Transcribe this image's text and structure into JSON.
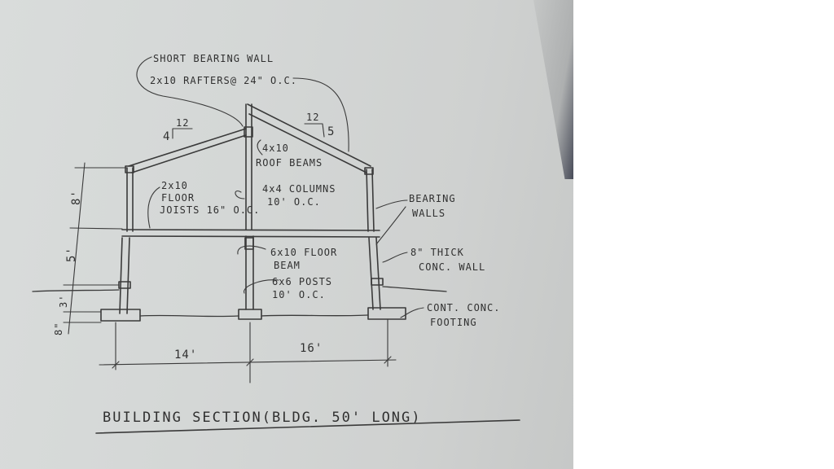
{
  "drawing": {
    "title": "BUILDING SECTION(BLDG. 50' LONG)",
    "colors": {
      "paper": "#d6d8d7",
      "ink": "#353535",
      "background": "#ffffff"
    },
    "roof_pitch_left": {
      "run": "12",
      "rise": "4"
    },
    "roof_pitch_right": {
      "run": "12",
      "rise": "5"
    },
    "callouts": {
      "short_bearing_wall_line1": "SHORT BEARING WALL",
      "short_bearing_wall_line2": "2x10 RAFTERS@ 24\" O.C.",
      "roof_beams_line1": "4x10",
      "roof_beams_line2": "ROOF BEAMS",
      "floor_joists_line1": "2x10",
      "floor_joists_line2": "FLOOR",
      "floor_joists_line3": "JOISTS 16\" O.C.",
      "columns_line1": "4x4 COLUMNS",
      "columns_line2": "10' O.C.",
      "bearing_walls_line1": "BEARING",
      "bearing_walls_line2": "WALLS",
      "floor_beam_line1": "6x10 FLOOR",
      "floor_beam_line2": "BEAM",
      "conc_wall_line1": "8\" THICK",
      "conc_wall_line2": "CONC. WALL",
      "posts_line1": "6x6 POSTS",
      "posts_line2": "10' O.C.",
      "footing_line1": "CONT. CONC.",
      "footing_line2": "FOOTING"
    },
    "vertical_dimensions": [
      "8'",
      "5'",
      "3'",
      "8\""
    ],
    "horizontal_dimensions": [
      "14'",
      "16'"
    ]
  }
}
